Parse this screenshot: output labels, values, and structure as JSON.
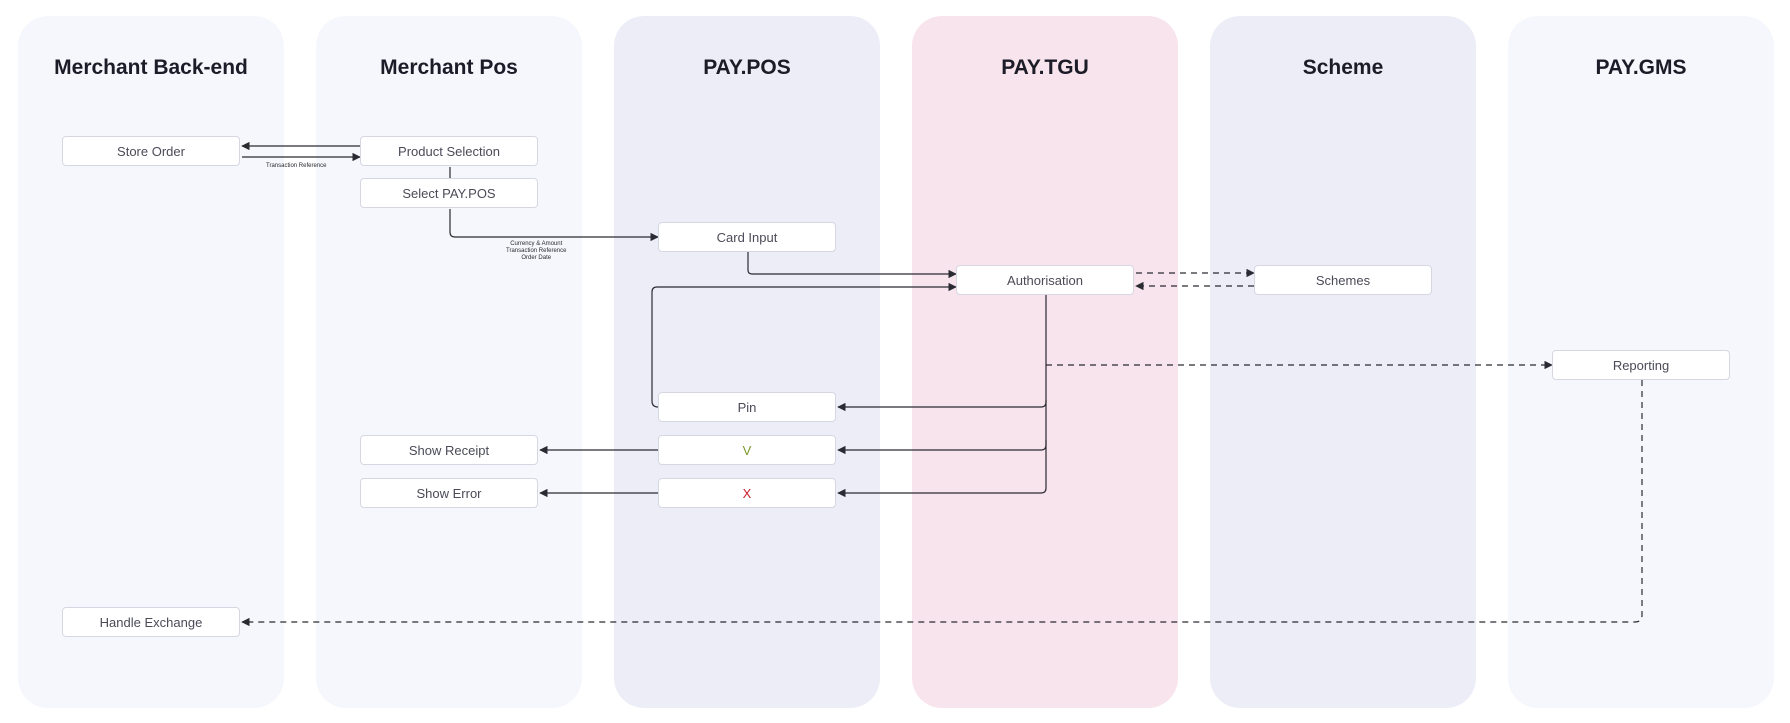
{
  "lanes": [
    {
      "title": "Merchant Back-end",
      "color": "#f6f7fc"
    },
    {
      "title": "Merchant Pos",
      "color": "#f6f7fc"
    },
    {
      "title": "PAY.POS",
      "color": "#ecedf7"
    },
    {
      "title": "PAY.TGU",
      "color": "#f8e4ec"
    },
    {
      "title": "Scheme",
      "color": "#ecedf7"
    },
    {
      "title": "PAY.GMS",
      "color": "#f6f7fc"
    }
  ],
  "nodes": {
    "store_order": "Store Order",
    "handle_exchange": "Handle Exchange",
    "product_selection": "Product Selection",
    "select_pay_pos": "Select PAY.POS",
    "show_receipt": "Show Receipt",
    "show_error": "Show Error",
    "card_input": "Card Input",
    "pin": "Pin",
    "success": "V",
    "failure": "X",
    "authorisation": "Authorisation",
    "schemes": "Schemes",
    "reporting": "Reporting"
  },
  "edge_labels": {
    "transaction_reference": "Transaction Reference",
    "card_input_payload": [
      "Currency & Amount",
      "Transaction Reference",
      "Order Date"
    ]
  },
  "colors": {
    "success": "#7a9a2a",
    "failure": "#c8222a",
    "edge": "#2a2a33"
  }
}
